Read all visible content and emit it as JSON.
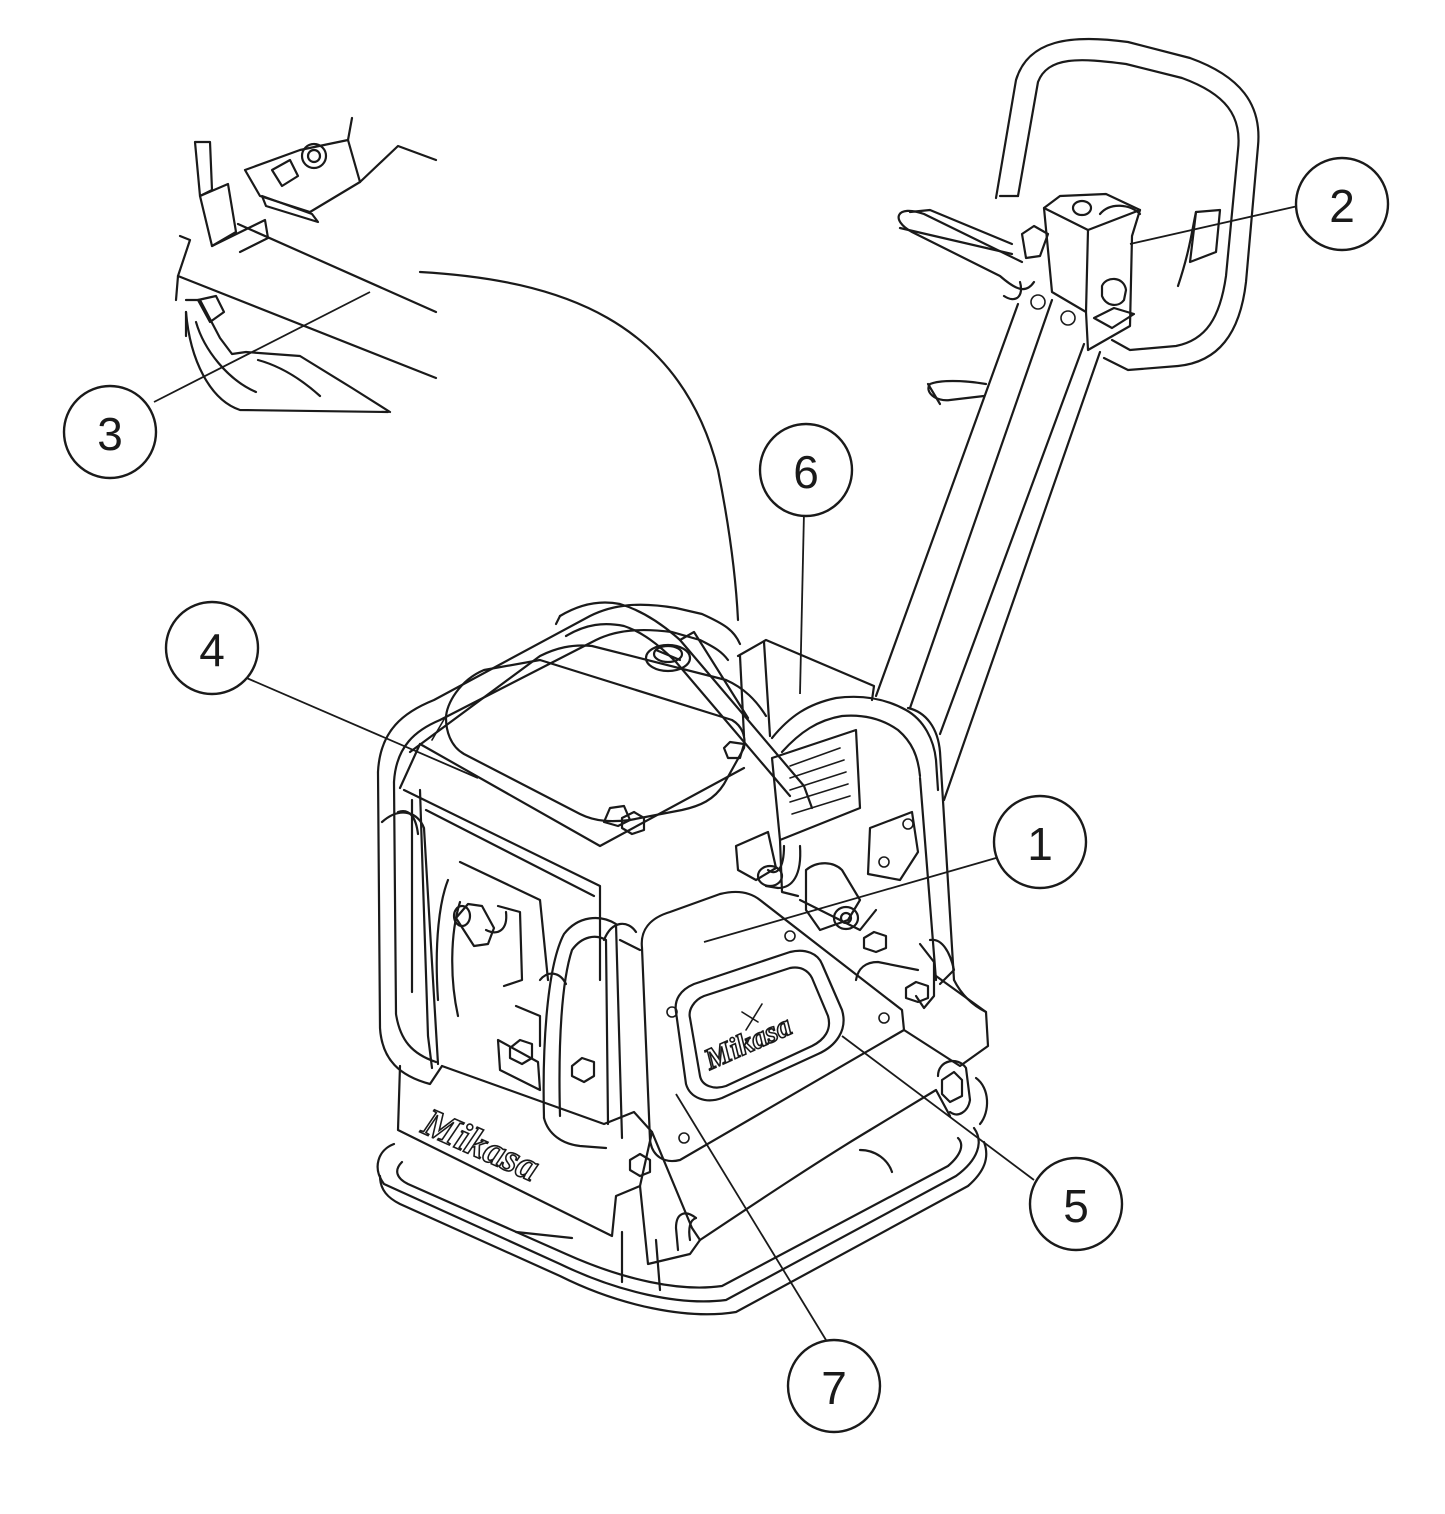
{
  "diagram": {
    "brand_text": "Mikasa",
    "callouts": [
      {
        "id": "1",
        "label": "1"
      },
      {
        "id": "2",
        "label": "2"
      },
      {
        "id": "3",
        "label": "3"
      },
      {
        "id": "4",
        "label": "4"
      },
      {
        "id": "5",
        "label": "5"
      },
      {
        "id": "6",
        "label": "6"
      },
      {
        "id": "7",
        "label": "7"
      }
    ]
  }
}
